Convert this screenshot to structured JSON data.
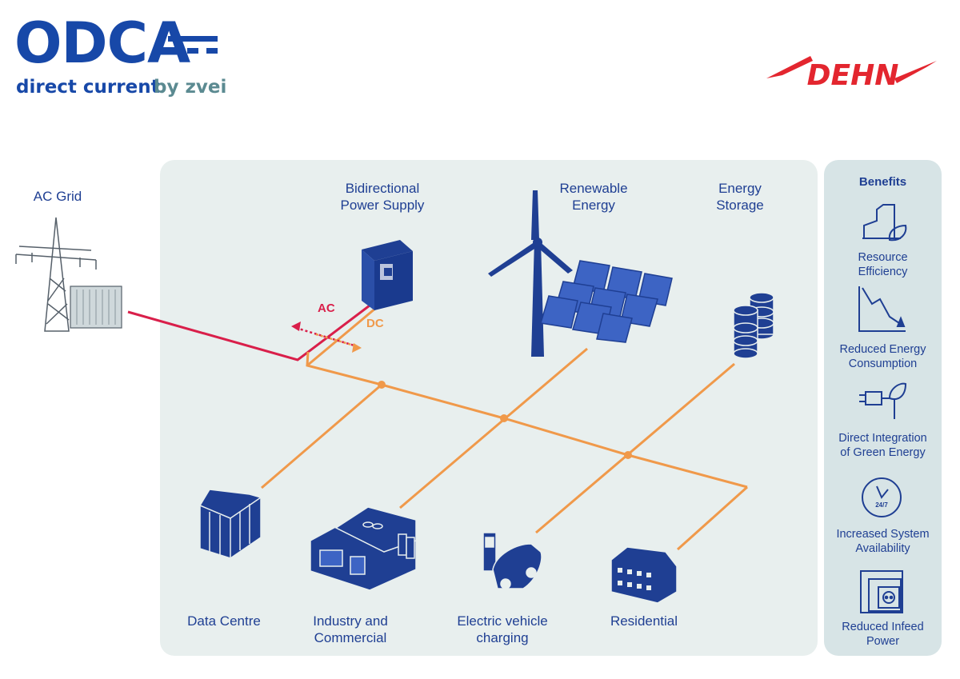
{
  "logo": {
    "brand": "ODCA",
    "line1": "direct current",
    "line2": "by zvei"
  },
  "partner_logo": {
    "name": "DEHN"
  },
  "colors": {
    "blue": "#1f3f93",
    "orange": "#f0994a",
    "red": "#d91f4a",
    "panel": "#e8efee",
    "side_panel": "#d7e4e6"
  },
  "labels": {
    "ac_grid": "AC Grid",
    "power_supply_1": "Bidirectional",
    "power_supply_2": "Power Supply",
    "renewable_1": "Renewable",
    "renewable_2": "Energy",
    "storage_1": "Energy",
    "storage_2": "Storage",
    "ac": "AC",
    "dc": "DC",
    "data_centre": "Data Centre",
    "industry_1": "Industry and",
    "industry_2": "Commercial",
    "ev_1": "Electric vehicle",
    "ev_2": "charging",
    "residential": "Residential"
  },
  "benefits": {
    "title": "Benefits",
    "items": [
      {
        "line1": "Resource",
        "line2": "Efficiency",
        "icon": "factory-leaf-icon"
      },
      {
        "line1": "Reduced Energy",
        "line2": "Consumption",
        "icon": "downtrend-chart-icon"
      },
      {
        "line1": "Direct Integration",
        "line2": "of Green Energy",
        "icon": "plug-leaf-icon"
      },
      {
        "line1": "Increased System",
        "line2": "Availability",
        "icon": "clock-24-7-icon",
        "badge": "24/7"
      },
      {
        "line1": "Reduced Infeed",
        "line2": "Power",
        "icon": "socket-icon"
      }
    ]
  }
}
